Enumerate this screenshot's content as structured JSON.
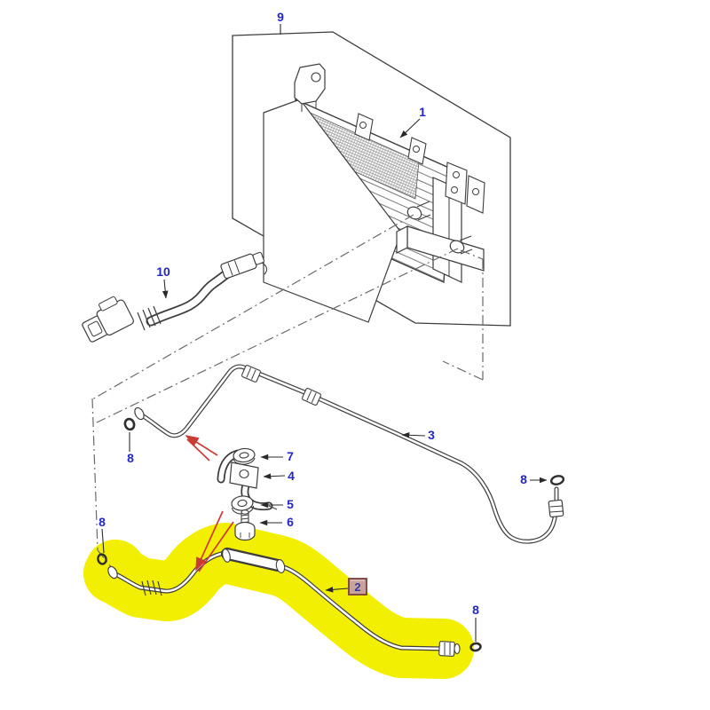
{
  "diagram": {
    "type": "exploded-parts-diagram",
    "callouts": {
      "part1": {
        "label": "1"
      },
      "part2": {
        "label": "2",
        "selected": true
      },
      "part3": {
        "label": "3"
      },
      "part4": {
        "label": "4"
      },
      "part5": {
        "label": "5"
      },
      "part6": {
        "label": "6"
      },
      "part7": {
        "label": "7"
      },
      "part8_upper_left": {
        "label": "8"
      },
      "part8_lower_left": {
        "label": "8"
      },
      "part8_right": {
        "label": "8"
      },
      "part8_bottom": {
        "label": "8"
      },
      "part9": {
        "label": "9"
      },
      "part10": {
        "label": "10"
      }
    },
    "colors": {
      "callout_text": "#2326c6",
      "selected_text": "#3a35a0",
      "selected_box_fill": "#c8a39d",
      "selected_box_border": "#7b3f3b",
      "highlight": "#f3ef02",
      "pointer_red": "#cc3a36",
      "line_art": "#3d3d3d",
      "centerline": "#6a6a6a",
      "background": "#ffffff"
    }
  }
}
